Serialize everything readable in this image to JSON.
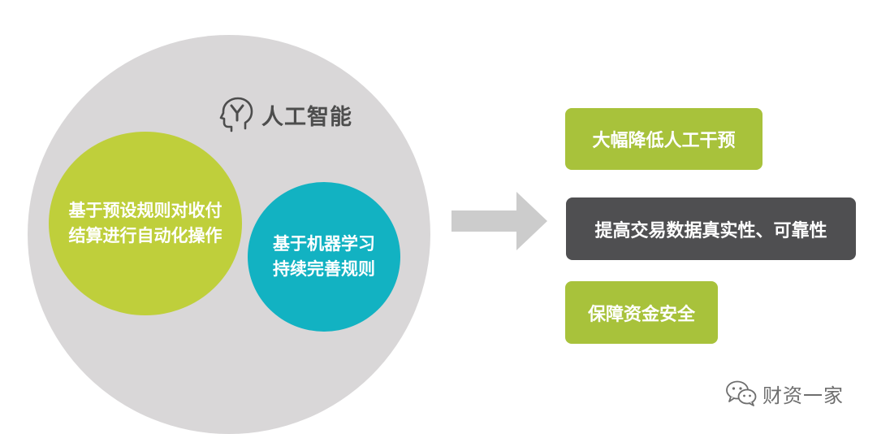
{
  "ai_title": "人工智能",
  "head_icon": "head-with-y-icon",
  "left_circle": {
    "lines": [
      "基于预设规则对收付",
      "结算进行自动化操作"
    ],
    "color": "#bfcf3b"
  },
  "right_circle": {
    "lines": [
      "基于机器学习",
      "持续完善规则"
    ],
    "color": "#12b2c2"
  },
  "outer_circle_color": "#d9d7d8",
  "arrow_color": "#cccccc",
  "results": [
    {
      "text": "大幅降低人工干预",
      "color": "#a8c23b"
    },
    {
      "text": "提高交易数据真实性、可靠性",
      "color": "#4f4f51"
    },
    {
      "text": "保障资金安全",
      "color": "#a8c23b"
    }
  ],
  "watermark": {
    "text": "财资一家",
    "icon": "wechat-icon"
  }
}
